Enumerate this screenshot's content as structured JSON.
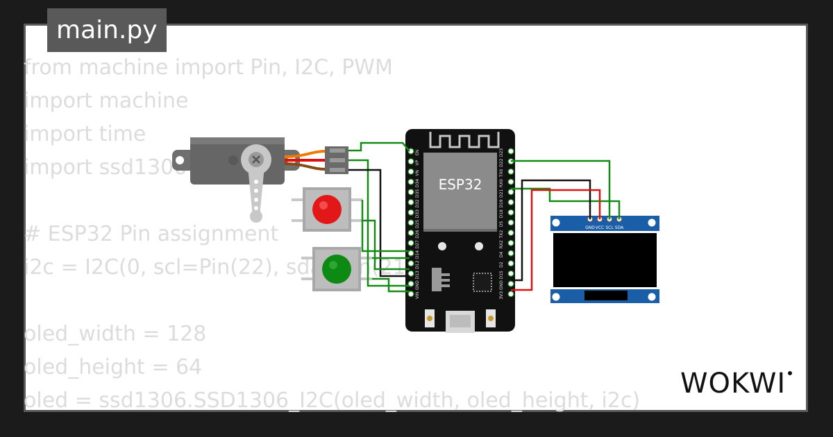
{
  "file_tab": {
    "title": "main.py"
  },
  "code_lines": [
    "from machine import Pin, I2C, PWM",
    "import machine",
    "import time",
    "import ssd1306",
    "",
    "# ESP32 Pin assignment",
    "i2c = I2C(0, scl=Pin(22), sda=Pin(21))",
    "",
    "oled_width = 128",
    "oled_height = 64",
    "oled = ssd1306.SSD1306_I2C(oled_width, oled_height, i2c)"
  ],
  "board": {
    "chip_label": "ESP32",
    "left_pins": [
      "EN",
      "VP",
      "VN",
      "D34",
      "D35",
      "D32",
      "D33",
      "D25",
      "D26",
      "D27",
      "D14",
      "D12",
      "D13",
      "GND",
      "VIN"
    ],
    "right_pins": [
      "D23",
      "D22",
      "TX0",
      "RX0",
      "D21",
      "D19",
      "D18",
      "D5",
      "TX2",
      "RX2",
      "D4",
      "D2",
      "D15",
      "GND",
      "3V3"
    ]
  },
  "oled": {
    "pin_labels": [
      "GND",
      "VCC",
      "SCL",
      "SDA"
    ]
  },
  "buttons": {
    "colors": {
      "top": "#e21818",
      "bottom": "#0d8a14"
    }
  },
  "wire_colors": {
    "green": "#138a13",
    "black": "#111111",
    "red": "#e01010",
    "orange": "#ee7a00",
    "brown": "#8a4a14"
  },
  "brand": {
    "logo_text": "WOKWI"
  }
}
